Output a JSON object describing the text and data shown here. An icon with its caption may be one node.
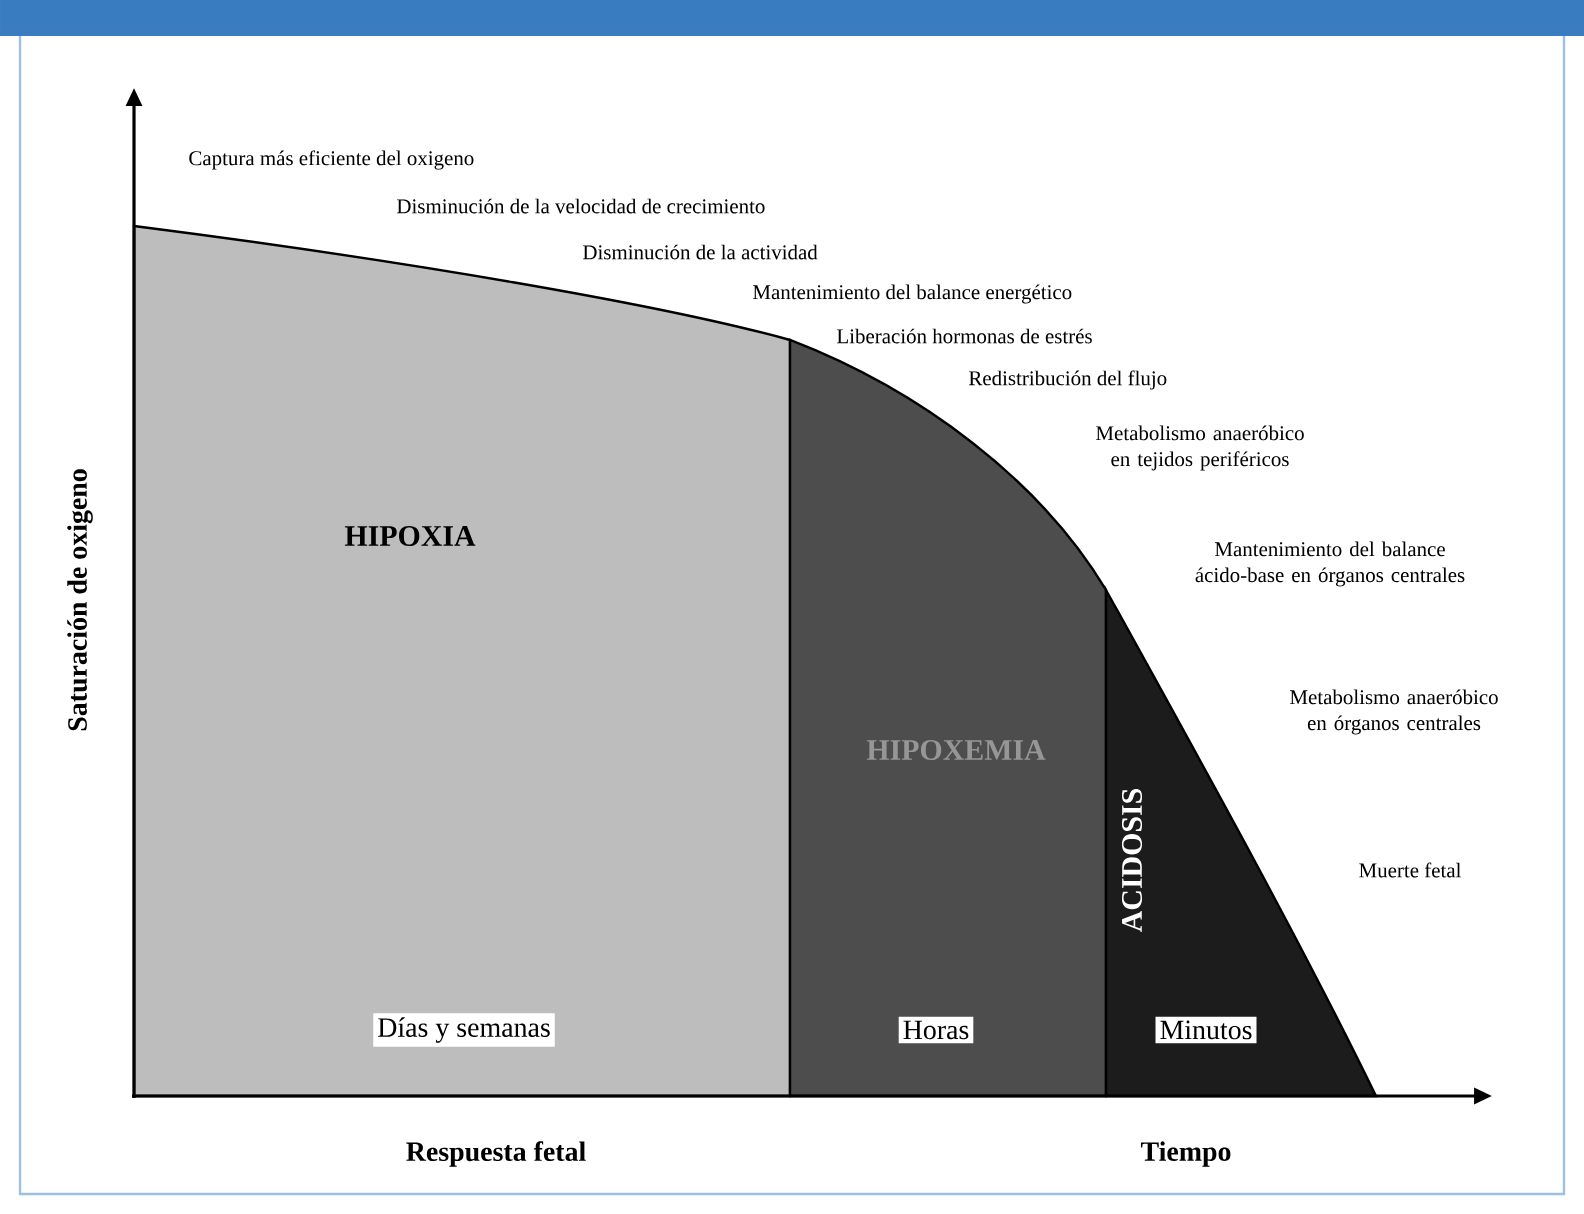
{
  "diagram": {
    "nodes": [
      {
        "text": [
          "HIPOXIA",
          "Días y semanas"
        ]
      },
      {
        "text": [
          "HIPOXEMIA",
          "Horas"
        ]
      },
      {
        "text": [
          "ACIDOSIS",
          "Minutos"
        ]
      }
    ],
    "labels": [
      "Captura más eficiente del oxigeno",
      "Disminución de la velocidad de crecimiento",
      "Disminución  de la actividad",
      "Mantenimiento del balance energético",
      "Liberación hormonas de estrés",
      "Redistribución del flujo",
      "Metabolismo anaeróbico en tejidos periféricos",
      "Mantenimiento del balance ácido-base en órganos centrales",
      "Metabolismo anaeróbico en órganos centrales",
      "Muerte fetal",
      "Saturación de oxigeno",
      "Respuesta fetal",
      "Tiempo"
    ]
  }
}
